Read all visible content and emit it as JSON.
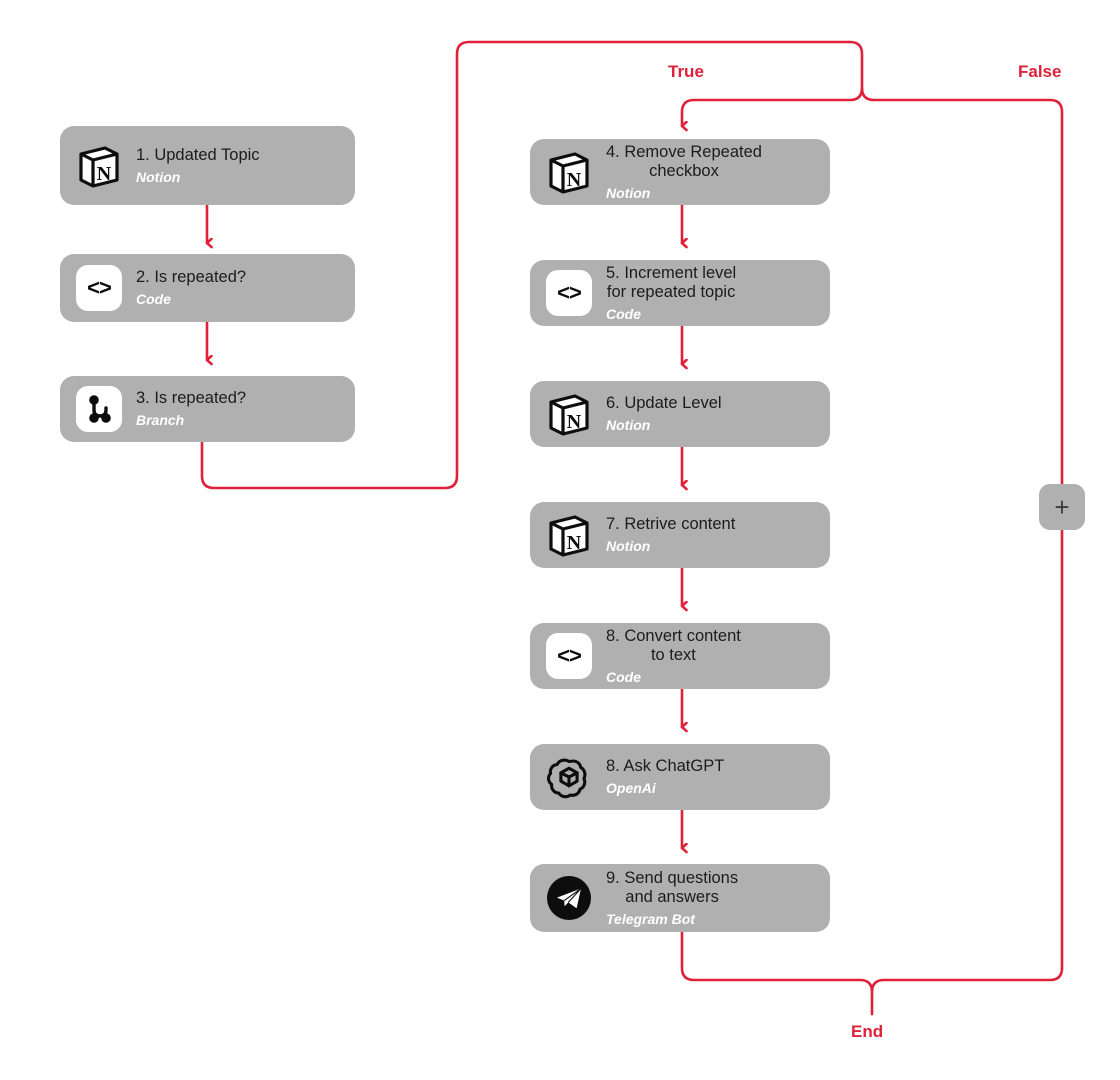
{
  "diagram": {
    "title": "Notion repeated-topic automation workflow",
    "colors": {
      "node_fill": "#b0b0b0",
      "edge": "#e0213a",
      "title_text": "#1c1c1c",
      "subtitle_text": "#ffffff",
      "icon_plate": "#ffffff",
      "plus_glyph": "#3c3c3c"
    },
    "nodes": [
      {
        "id": "n1",
        "title": "1. Updated Topic",
        "subtitle": "Notion",
        "icon": "notion-icon"
      },
      {
        "id": "n2",
        "title": "2. Is repeated?",
        "subtitle": "Code",
        "icon": "code-icon"
      },
      {
        "id": "n3",
        "title": "3. Is repeated?",
        "subtitle": "Branch",
        "icon": "branch-icon"
      },
      {
        "id": "n4",
        "title": "4. Remove Repeated\ncheckbox",
        "subtitle": "Notion",
        "icon": "notion-icon"
      },
      {
        "id": "n5",
        "title": "5. Increment level\nfor repeated topic",
        "subtitle": "Code",
        "icon": "code-icon"
      },
      {
        "id": "n6",
        "title": "6. Update Level",
        "subtitle": "Notion",
        "icon": "notion-icon"
      },
      {
        "id": "n7",
        "title": "7. Retrive content",
        "subtitle": "Notion",
        "icon": "notion-icon"
      },
      {
        "id": "n8",
        "title": "8. Convert content\nto text",
        "subtitle": "Code",
        "icon": "code-icon"
      },
      {
        "id": "n9",
        "title": "8. Ask ChatGPT",
        "subtitle": "OpenAi",
        "icon": "openai-icon"
      },
      {
        "id": "n10",
        "title": "9. Send questions\nand answers",
        "subtitle": "Telegram Bot",
        "icon": "telegram-icon"
      }
    ],
    "edge_labels": {
      "true": "True",
      "false": "False",
      "end": "End"
    },
    "add_button": {
      "glyph": "+",
      "label": "+"
    }
  }
}
